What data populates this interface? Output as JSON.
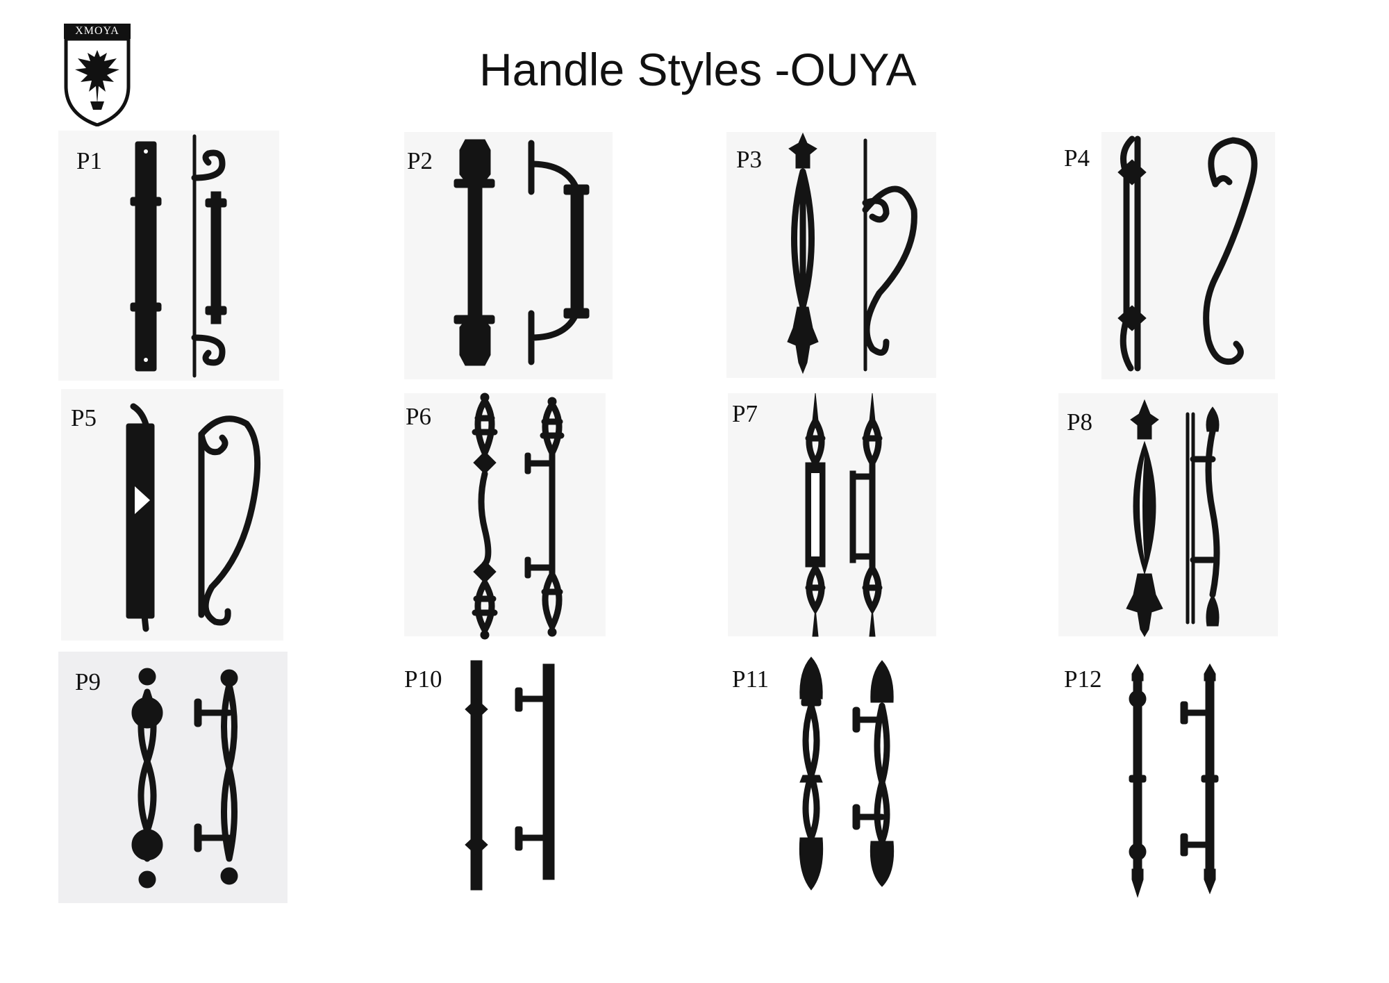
{
  "logo": {
    "text": "XMOYA",
    "icon": "eagle-crest-icon"
  },
  "title": "Handle Styles -OUYA",
  "products": [
    {
      "label": "P1"
    },
    {
      "label": "P2"
    },
    {
      "label": "P3"
    },
    {
      "label": "P4"
    },
    {
      "label": "P5"
    },
    {
      "label": "P6"
    },
    {
      "label": "P7"
    },
    {
      "label": "P8"
    },
    {
      "label": "P9"
    },
    {
      "label": "P10"
    },
    {
      "label": "P11"
    },
    {
      "label": "P12"
    }
  ]
}
